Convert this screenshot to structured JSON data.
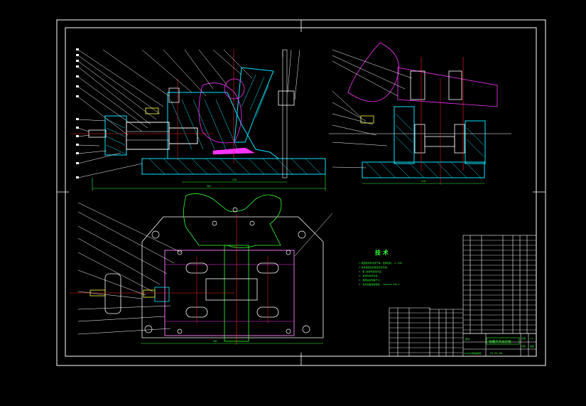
{
  "drawing": {
    "background": "#000000",
    "line_color": "#ffffff",
    "accent_colors": {
      "cyan_hatch": "#00e5ff",
      "green_outline": "#33ff33",
      "magenta_part": "#ff33ff",
      "red_centerline": "#ff2020",
      "yellow_dim": "#ffff33",
      "blue_line": "#3366ff"
    }
  },
  "tech_requirements": {
    "title": "技  术",
    "lines": [
      "1.装配前零件清洗干净，去除毛刺。   A-7340",
      "2.夹具装配后应保证定位可靠。",
      "3.  各  运动件运动灵活。",
      "4.  夹紧件夹紧可靠。",
      "5.  装配后检查各尺寸。",
      "6.  夹具表面涂防锈漆。   A&A1234-456-1"
    ]
  },
  "dimension_labels": {
    "front_overall": "384",
    "front_inner": "226",
    "side_overall": "220",
    "plan_overall": "382"
  },
  "title_block": {
    "part_name": "铣槽夹具总装图",
    "drawing_number": "ZJ-01-00",
    "scale_label": "比例",
    "scale_value": "1:1",
    "sheet_label": "共张",
    "sheet_value": "第张",
    "designer_label": "设计",
    "school": "XXXX大学机械学院"
  }
}
